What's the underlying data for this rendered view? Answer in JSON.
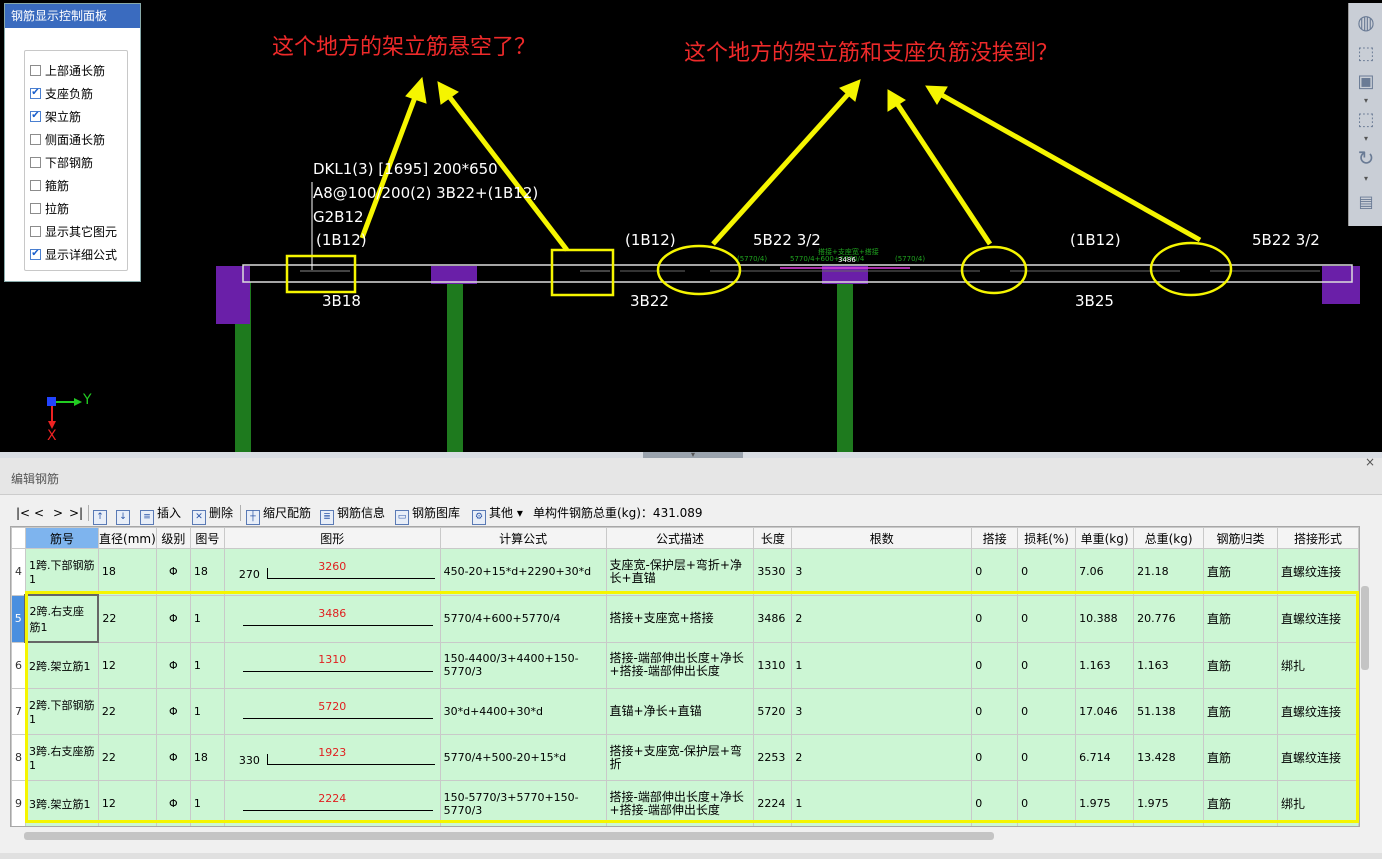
{
  "control_panel": {
    "title": "钢筋显示控制面板",
    "items": [
      {
        "label": "上部通长筋",
        "checked": false
      },
      {
        "label": "支座负筋",
        "checked": true
      },
      {
        "label": "架立筋",
        "checked": true
      },
      {
        "label": "侧面通长筋",
        "checked": false
      },
      {
        "label": "下部钢筋",
        "checked": false
      },
      {
        "label": "箍筋",
        "checked": false
      },
      {
        "label": "拉筋",
        "checked": false
      },
      {
        "label": "显示其它图元",
        "checked": false
      },
      {
        "label": "显示详细公式",
        "checked": true
      }
    ]
  },
  "viewport": {
    "annotation_left": "这个地方的架立筋悬空了？",
    "annotation_right": "这个地方的架立筋和支座负筋没挨到？",
    "beam_label": [
      "DKL1(3) [1695] 200*650",
      "A8@100/200(2) 3B22+(1B12)",
      "G2B12",
      "(1B12)"
    ],
    "span_labels": {
      "top_mid1": "(1B12)",
      "top_mid2": "5B22 3/2",
      "top_mid3": "(1B12)",
      "top_right": "5B22 3/2",
      "bottom1": "3B18",
      "bottom2": "3B22",
      "bottom3": "3B25"
    },
    "green_small": [
      "(5770/4)",
      "搭接+支座宽+搭接",
      "5770/4+600+5770/4",
      "3486",
      "(5770/4)"
    ],
    "axis_y": "Y",
    "axis_x": "X"
  },
  "edit_panel": {
    "title": "编辑钢筋",
    "toolbar": {
      "nav": [
        "|<",
        "<",
        ">",
        ">|"
      ],
      "insert": "插入",
      "delete": "删除",
      "scale_rebar": "缩尺配筋",
      "rebar_info": "钢筋信息",
      "rebar_library": "钢筋图库",
      "other": "其他",
      "total_weight": "单构件钢筋总重(kg)：431.089"
    },
    "columns": [
      "筋号",
      "直径(mm)",
      "级别",
      "图号",
      "图形",
      "计算公式",
      "公式描述",
      "长度",
      "根数",
      "搭接",
      "损耗(%)",
      "单重(kg)",
      "总重(kg)",
      "钢筋归类",
      "搭接形式"
    ],
    "rows": [
      {
        "idx": "4",
        "name": "1跨.下部钢筋1",
        "dia": "18",
        "grade": "Φ",
        "fig": "18",
        "hook": "270",
        "len_label": "3260",
        "formula": "450-20+15*d+2290+30*d",
        "desc": "支座宽-保护层+弯折+净长+直锚",
        "length": "3530",
        "count": "3",
        "lap": "0",
        "loss": "0",
        "unit_w": "7.06",
        "total_w": "21.18",
        "category": "直筋",
        "lap_type": "直螺纹连接"
      },
      {
        "idx": "5",
        "name": "2跨.右支座筋1",
        "dia": "22",
        "grade": "Φ",
        "fig": "1",
        "hook": "",
        "len_label": "3486",
        "formula": "5770/4+600+5770/4",
        "desc": "搭接+支座宽+搭接",
        "length": "3486",
        "count": "2",
        "lap": "0",
        "loss": "0",
        "unit_w": "10.388",
        "total_w": "20.776",
        "category": "直筋",
        "lap_type": "直螺纹连接"
      },
      {
        "idx": "6",
        "name": "2跨.架立筋1",
        "dia": "12",
        "grade": "Φ",
        "fig": "1",
        "hook": "",
        "len_label": "1310",
        "formula": "150-4400/3+4400+150-5770/3",
        "desc": "搭接-端部伸出长度+净长+搭接-端部伸出长度",
        "length": "1310",
        "count": "1",
        "lap": "0",
        "loss": "0",
        "unit_w": "1.163",
        "total_w": "1.163",
        "category": "直筋",
        "lap_type": "绑扎"
      },
      {
        "idx": "7",
        "name": "2跨.下部钢筋1",
        "dia": "22",
        "grade": "Φ",
        "fig": "1",
        "hook": "",
        "len_label": "5720",
        "formula": "30*d+4400+30*d",
        "desc": "直锚+净长+直锚",
        "length": "5720",
        "count": "3",
        "lap": "0",
        "loss": "0",
        "unit_w": "17.046",
        "total_w": "51.138",
        "category": "直筋",
        "lap_type": "直螺纹连接"
      },
      {
        "idx": "8",
        "name": "3跨.右支座筋1",
        "dia": "22",
        "grade": "Φ",
        "fig": "18",
        "hook": "330",
        "len_label": "1923",
        "formula": "5770/4+500-20+15*d",
        "desc": "搭接+支座宽-保护层+弯折",
        "length": "2253",
        "count": "2",
        "lap": "0",
        "loss": "0",
        "unit_w": "6.714",
        "total_w": "13.428",
        "category": "直筋",
        "lap_type": "直螺纹连接"
      },
      {
        "idx": "9",
        "name": "3跨.架立筋1",
        "dia": "12",
        "grade": "Φ",
        "fig": "1",
        "hook": "",
        "len_label": "2224",
        "formula": "150-5770/3+5770+150-5770/3",
        "desc": "搭接-端部伸出长度+净长+搭接-端部伸出长度",
        "length": "2224",
        "count": "1",
        "lap": "0",
        "loss": "0",
        "unit_w": "1.975",
        "total_w": "1.975",
        "category": "直筋",
        "lap_type": "绑扎"
      }
    ]
  }
}
